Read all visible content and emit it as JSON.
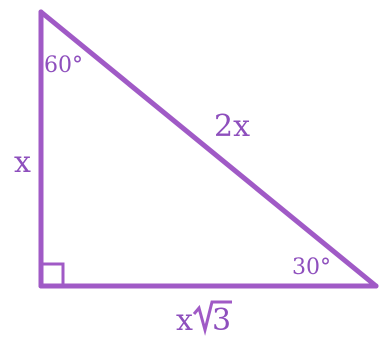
{
  "triangle": {
    "side_left": "x",
    "hypotenuse": "2x",
    "side_bottom_prefix": "x",
    "side_bottom_radical": "3",
    "angle_top": "60°",
    "angle_right": "30°"
  },
  "colors": {
    "stroke": "#a05ac6",
    "label": "#8e4fbd"
  }
}
